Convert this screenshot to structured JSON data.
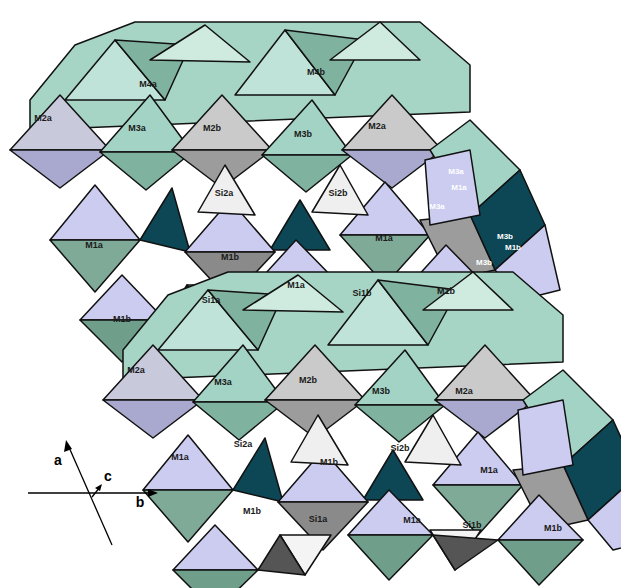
{
  "diagram": {
    "labels": [
      "M4a",
      "M4b",
      "M2a",
      "M3a",
      "M2b",
      "M3b",
      "M2a",
      "Si2a",
      "Si2b",
      "M3a",
      "M1a",
      "M3a",
      "M1a",
      "M1b",
      "M1a",
      "M3b",
      "M1b",
      "M3b",
      "M1a",
      "Si1b",
      "M1b",
      "Si1a",
      "M1b",
      "M2a",
      "M3a",
      "M2b",
      "M3b",
      "M2a",
      "Si2a",
      "Si2b",
      "M1a",
      "M1b",
      "M1a",
      "a",
      "c",
      "b",
      "M1b",
      "Si1a",
      "M1a",
      "Si1b",
      "M1b"
    ]
  }
}
